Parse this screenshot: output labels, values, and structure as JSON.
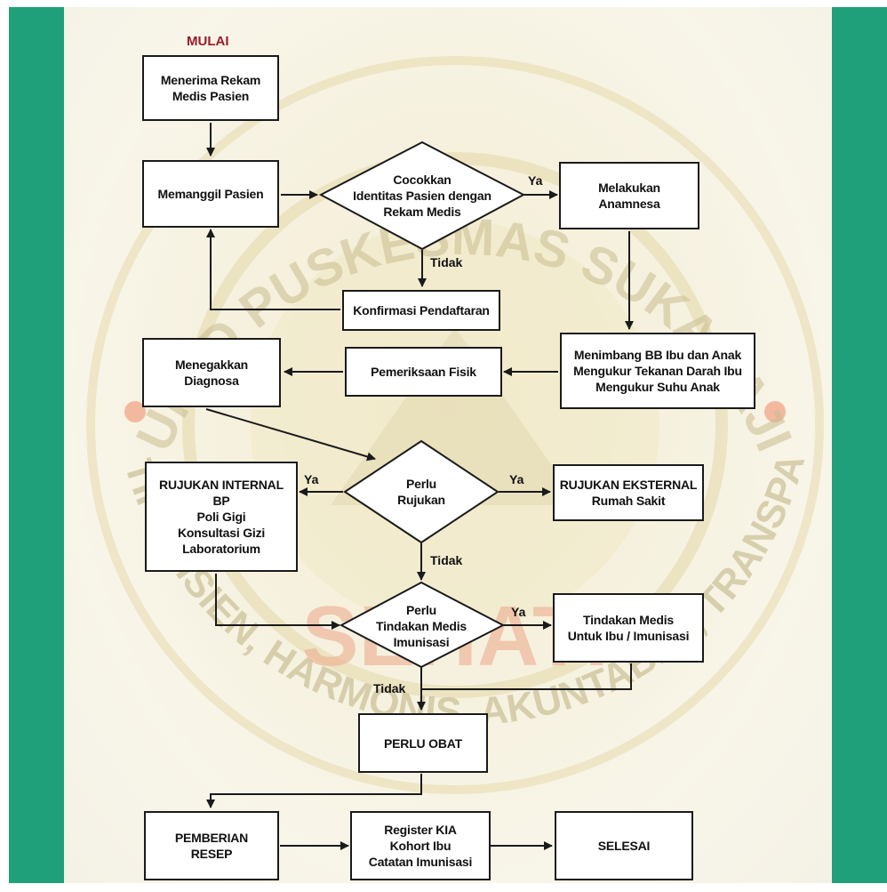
{
  "start_label": "MULAI",
  "nodes": {
    "menerima": [
      "Menerima Rekam",
      "Medis Pasien"
    ],
    "memanggil": [
      "Memanggil Pasien"
    ],
    "cocokkan": [
      "Cocokkan",
      "Identitas Pasien dengan",
      "Rekam Medis"
    ],
    "anamnesa": [
      "Melakukan",
      "Anamnesa"
    ],
    "konfirmasi": [
      "Konfirmasi Pendaftaran"
    ],
    "menimbang": [
      "Menimbang BB Ibu dan Anak",
      "Mengukur Tekanan Darah Ibu",
      "Mengukur Suhu Anak"
    ],
    "diagnosa": [
      "Menegakkan",
      "Diagnosa"
    ],
    "fisik": [
      "Pemeriksaan Fisik"
    ],
    "perlu_rujukan": [
      "Perlu",
      "Rujukan"
    ],
    "rujukan_internal": [
      "RUJUKAN INTERNAL",
      "BP",
      "Poli Gigi",
      "Konsultasi Gizi",
      "Laboratorium"
    ],
    "rujukan_eksternal": [
      "RUJUKAN EKSTERNAL",
      "Rumah Sakit"
    ],
    "perlu_tindakan": [
      "Perlu",
      "Tindakan Medis",
      "Imunisasi"
    ],
    "tindakan_medis": [
      "Tindakan Medis",
      "Untuk Ibu / Imunisasi"
    ],
    "perlu_obat": [
      "PERLU OBAT"
    ],
    "pemberian_resep": [
      "PEMBERIAN",
      "RESEP"
    ],
    "register": [
      "Register KIA",
      "Kohort Ibu",
      "Catatan Imunisasi"
    ],
    "selesai": [
      "SELESAI"
    ]
  },
  "edge_labels": {
    "cocokkan_ya": "Ya",
    "cocokkan_tidak": "Tidak",
    "rujukan_ya_left": "Ya",
    "rujukan_ya_right": "Ya",
    "rujukan_tidak": "Tidak",
    "tindakan_ya": "Ya",
    "tindakan_tidak": "Tidak"
  },
  "watermark": {
    "top_arc": "UPTD PUSKESMAS SUKAHAJI",
    "bottom_arc": "SANTUN, EFEKTIF EFISIEN, HARMONIS, AKUNTABEL, TRANSPARAN, INOVATIF",
    "center": "SEHATI"
  },
  "colors": {
    "frame_green": "#1fa07a",
    "start_label": "#9a1a2a",
    "line": "#1a1a1a"
  }
}
